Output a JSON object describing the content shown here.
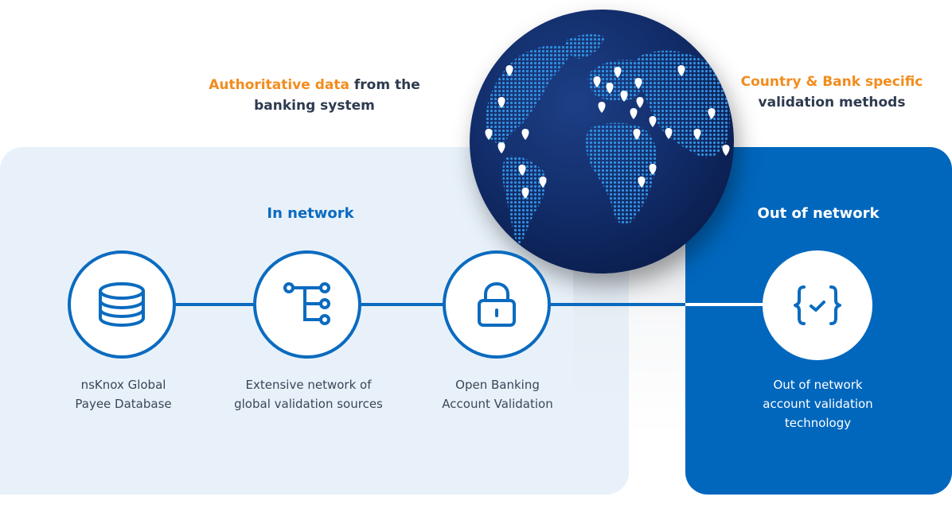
{
  "header": {
    "left": {
      "highlight": "Authoritative data",
      "rest": " from the",
      "line2": "banking system"
    },
    "right": {
      "highlight": "Country & Bank specific",
      "line2": "validation methods"
    }
  },
  "colors": {
    "accent_orange": "#f28c1e",
    "primary_blue": "#0b6bbf",
    "panel_light": "#e8f1fa",
    "panel_dark": "#0067bd",
    "text_dark": "#2d3a4f"
  },
  "in_network": {
    "title": "In network",
    "nodes": [
      {
        "icon": "database-icon",
        "label_line1": "nsKnox Global",
        "label_line2": "Payee Database"
      },
      {
        "icon": "tree-network-icon",
        "label_line1": "Extensive network of",
        "label_line2": "global validation sources"
      },
      {
        "icon": "lock-icon",
        "label_line1": "Open Banking",
        "label_line2": "Account Validation"
      }
    ]
  },
  "out_network": {
    "title": "Out of network",
    "node": {
      "icon": "code-check-icon",
      "label_line1": "Out of network",
      "label_line2": "account validation",
      "label_line3": "technology"
    }
  },
  "globe": {
    "icon": "globe-with-map-pins"
  }
}
